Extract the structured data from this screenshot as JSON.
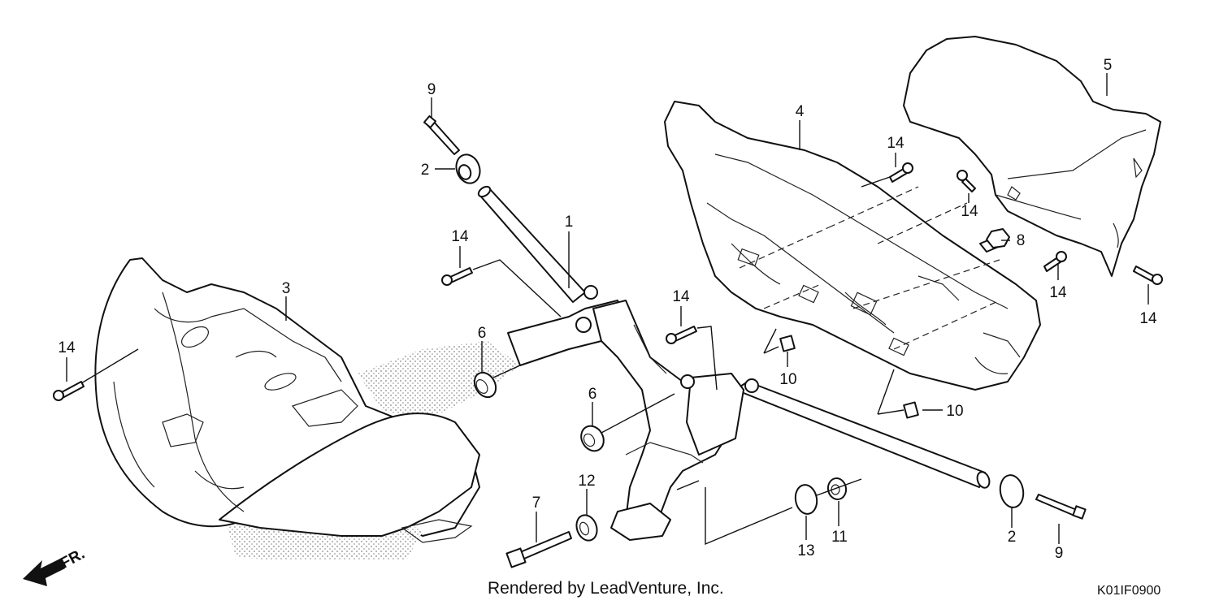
{
  "callouts": {
    "c1": "1",
    "c2a": "2",
    "c2b": "2",
    "c3": "3",
    "c4": "4",
    "c5": "5",
    "c6a": "6",
    "c6b": "6",
    "c7": "7",
    "c8": "8",
    "c9a": "9",
    "c9b": "9",
    "c10a": "10",
    "c10b": "10",
    "c11": "11",
    "c12": "12",
    "c13": "13",
    "c14a": "14",
    "c14b": "14",
    "c14c": "14",
    "c14d": "14",
    "c14e": "14",
    "c14f": "14",
    "c14g": "14"
  },
  "direction_label": "FR.",
  "footer_text": "Rendered by LeadVenture, Inc.",
  "diagram_code": "K01IF0900",
  "colors": {
    "line": "#111111",
    "hatch": "#b8b8b8",
    "background": "#ffffff"
  }
}
